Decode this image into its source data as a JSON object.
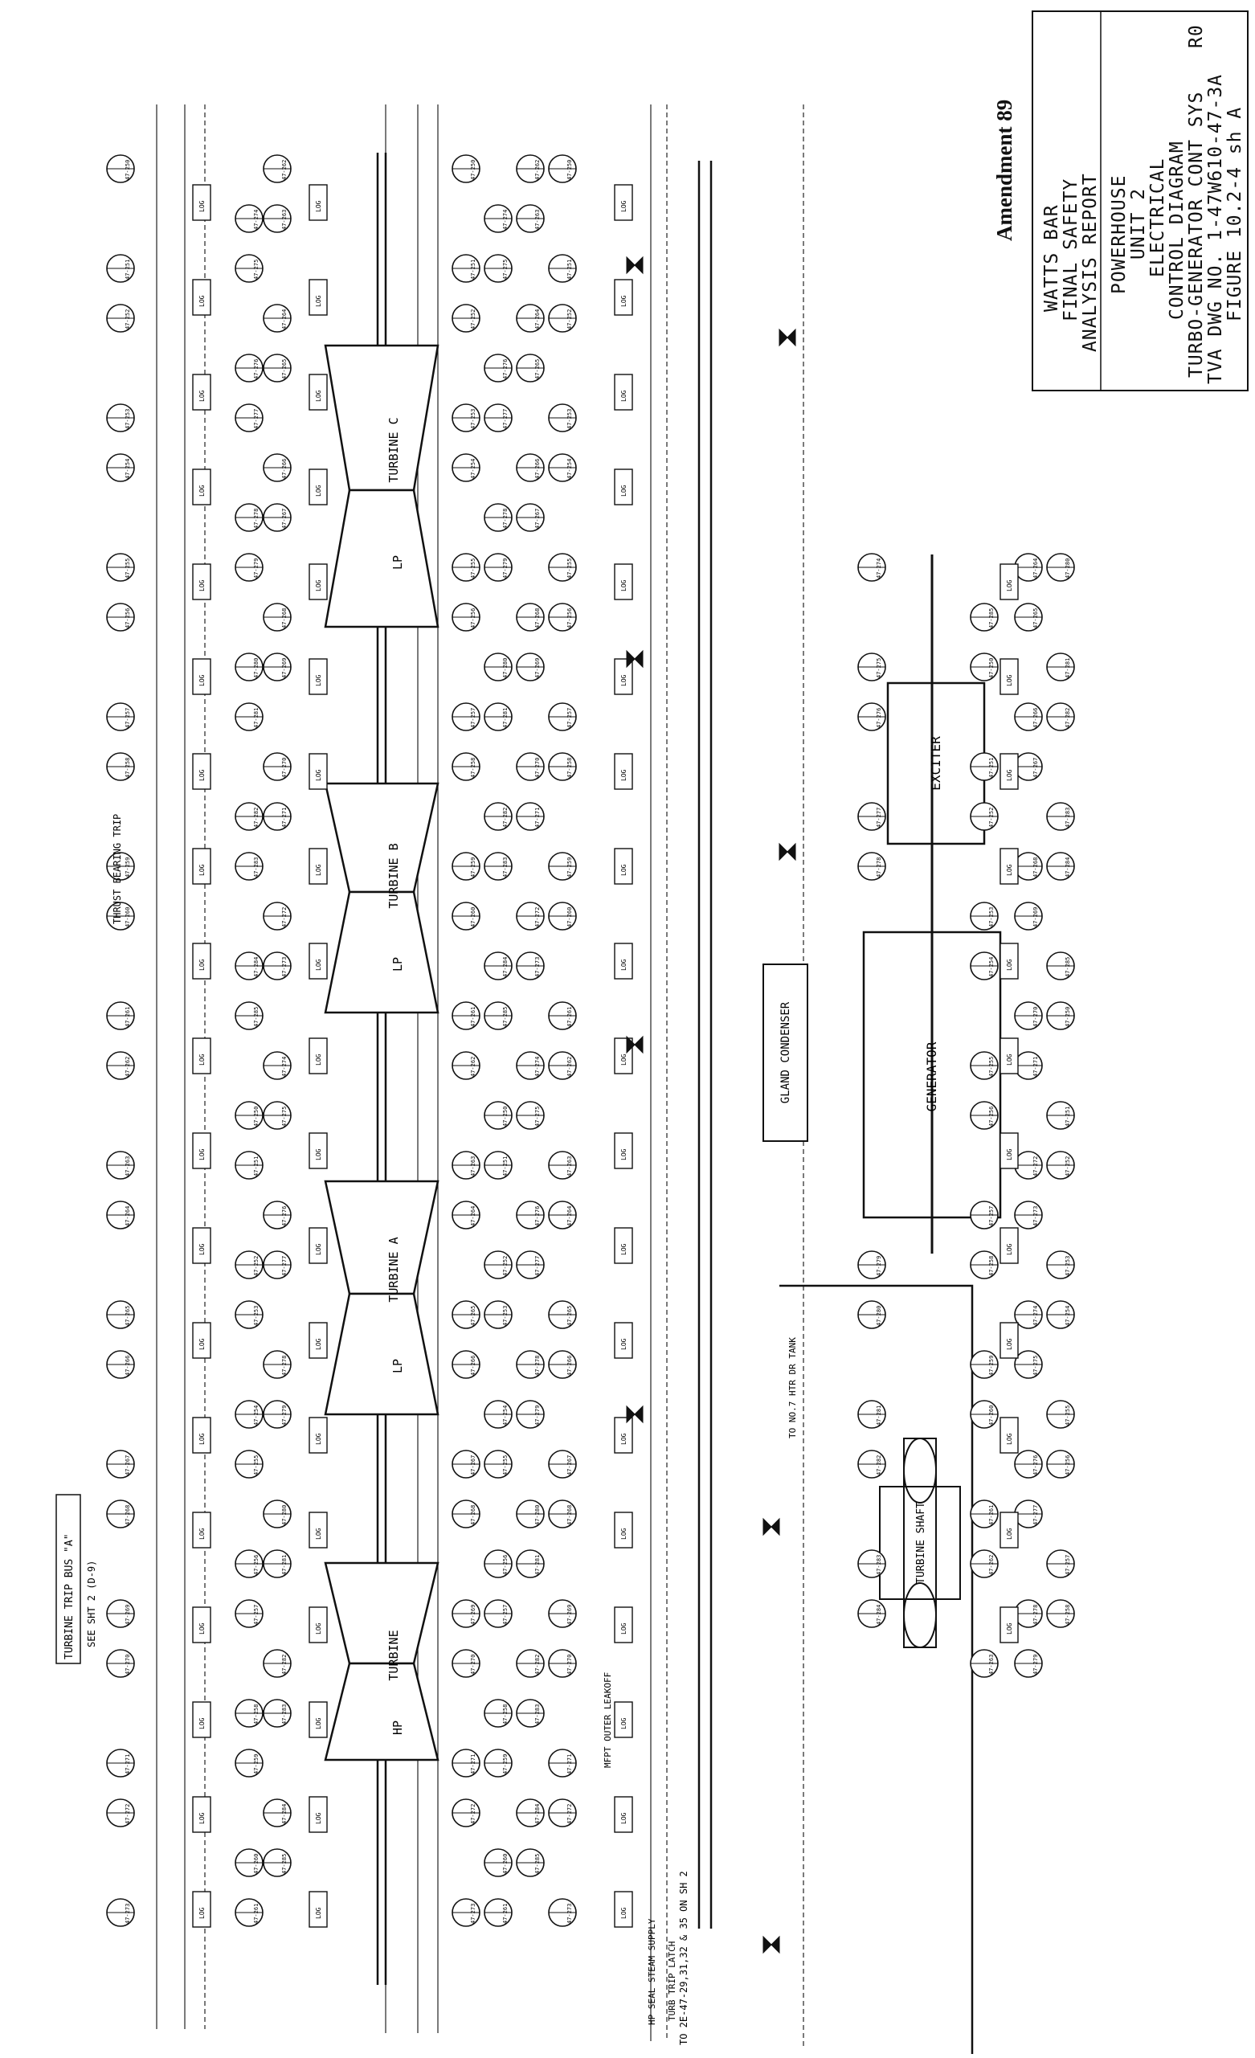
{
  "amendment": "Amendment 89",
  "title_block": {
    "lines": [
      "WATTS BAR",
      "FINAL SAFETY",
      "ANALYSIS REPORT",
      "POWERHOUSE",
      "UNIT 2",
      "ELECTRICAL",
      "CONTROL DIAGRAM",
      "TURBO-GENERATOR CONT SYS",
      "TVA DWG NO. 1-47W610-47-3A",
      "FIGURE 10.2-4 sh A"
    ],
    "revision": "R0"
  },
  "equipment": {
    "turbine_hp": "TURBINE",
    "turbine_hp_sub": "HP",
    "turbine_a": "TURBINE A",
    "turbine_b": "TURBINE B",
    "turbine_c": "TURBINE C",
    "lp": "LP",
    "generator": "GENERATOR",
    "exciter": "EXCITER",
    "gland_condenser": "GLAND CONDENSER",
    "turbine_shaft": "TURBINE SHAFT"
  },
  "notes": {
    "turbine_trip_bus": "TURBINE TRIP BUS \"A\"",
    "see_sht": "SEE SHT 2 (D-9)",
    "thrust_bearing_trip": "THRUST BEARING TRIP",
    "hp_seal_steam": "HP SEAL STEAM SUPPLY",
    "mfpt_outer_leakoff": "MFPT OUTER LEAKOFF",
    "no7_htr": "TO NO.7 HTR DR TANK",
    "turb_trip_latch": "TURB TRIP LATCH",
    "bottom_ref": "TO 2E-47-29,31,32 & 35 ON SH 2"
  },
  "instrument_tags": [
    "47-250",
    "47-251",
    "47-252",
    "47-253",
    "47-254",
    "47-255",
    "47-256",
    "47-257",
    "47-258",
    "47-259",
    "47-260",
    "47-261",
    "47-262",
    "47-263",
    "47-264",
    "47-265",
    "47-266",
    "47-267",
    "47-268",
    "47-269",
    "47-270",
    "47-271",
    "47-272",
    "47-273",
    "47-274",
    "47-275",
    "47-276",
    "47-277",
    "47-278",
    "47-279",
    "47-280",
    "47-281",
    "47-282",
    "47-283",
    "47-284",
    "47-285"
  ],
  "log_tag": "LOG"
}
